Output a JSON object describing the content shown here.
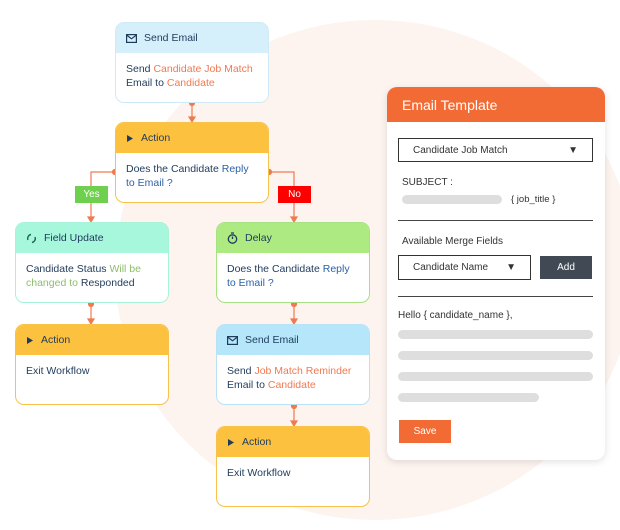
{
  "colors": {
    "accent": "#f26b35",
    "yes": "#6fcf4f",
    "no": "#ff0000",
    "connector": "#f07a50"
  },
  "nodes": {
    "send_email_1": {
      "title": "Send Email",
      "icon": "envelope-icon",
      "body": [
        {
          "t": "Send "
        },
        {
          "t": "Candidate Job Match",
          "c": "o"
        },
        {
          "t": " Email to "
        },
        {
          "t": "Candidate",
          "c": "o"
        }
      ]
    },
    "action_1": {
      "title": "Action",
      "icon": "play-icon",
      "body": [
        {
          "t": "Does the Candidate "
        },
        {
          "t": "Reply to Email ?",
          "c": "b"
        }
      ]
    },
    "field_update": {
      "title": "Field Update",
      "icon": "sync-icon",
      "body": [
        {
          "t": "Candidate Status "
        },
        {
          "t": "Will be changed to",
          "c": "g"
        },
        {
          "t": " Responded"
        }
      ]
    },
    "delay": {
      "title": "Delay",
      "icon": "stopwatch-icon",
      "body": [
        {
          "t": "Does the Candidate "
        },
        {
          "t": "Reply to Email ?",
          "c": "b"
        }
      ]
    },
    "action_left": {
      "title": "Action",
      "icon": "play-icon",
      "body": [
        {
          "t": "Exit Workflow"
        }
      ]
    },
    "send_email_2": {
      "title": "Send Email",
      "icon": "envelope-icon",
      "body": [
        {
          "t": "Send "
        },
        {
          "t": "Job Match Reminder",
          "c": "o"
        },
        {
          "t": " Email to "
        },
        {
          "t": "Candidate",
          "c": "o"
        }
      ]
    },
    "action_right": {
      "title": "Action",
      "icon": "play-icon",
      "body": [
        {
          "t": "Exit Workflow"
        }
      ]
    }
  },
  "branches": {
    "yes": "Yes",
    "no": "No"
  },
  "template": {
    "title": "Email Template",
    "template_select": "Candidate Job Match",
    "subject_label": "SUBJECT :",
    "subject_token": "{ job_title }",
    "merge_label": "Available Merge Fields",
    "merge_select": "Candidate Name",
    "add": "Add",
    "greeting": "Hello { candidate_name },",
    "save": "Save"
  }
}
